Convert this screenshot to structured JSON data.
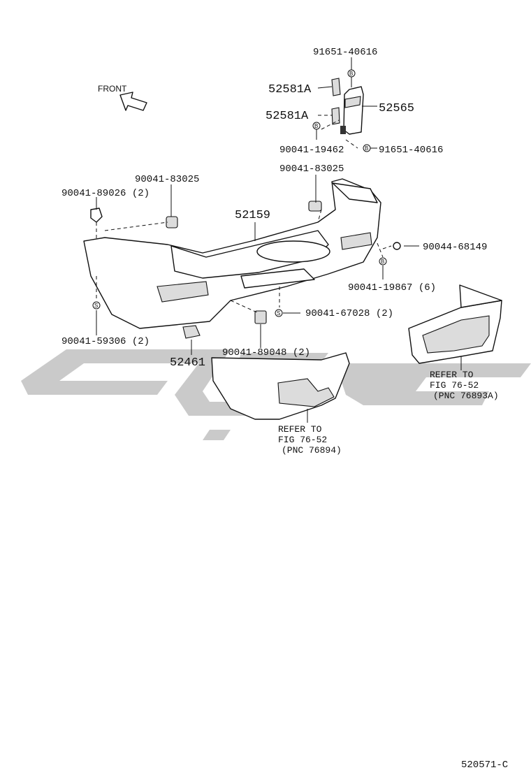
{
  "diagram": {
    "front_label": "FRONT",
    "figure_code": "520571-C",
    "callouts": {
      "c_91651_40616_top": "91651-40616",
      "c_52581a_upper": "52581A",
      "c_52565": "52565",
      "c_52581a_lower": "52581A",
      "c_90041_19462": "90041-19462",
      "c_91651_40616_bottom": "91651-40616",
      "c_90041_83025_left": "90041-83025",
      "c_90041_83025_right": "90041-83025",
      "c_90041_89026": "90041-89026 (2)",
      "c_52159": "52159",
      "c_90044_68149": "90044-68149",
      "c_90041_19867": "90041-19867 (6)",
      "c_90041_67028": "90041-67028 (2)",
      "c_90041_59306": "90041-59306 (2)",
      "c_90041_89048": "90041-89048 (2)",
      "c_52461": "52461"
    },
    "refs": {
      "right": {
        "line1": "REFER TO",
        "line2": "FIG 76-52",
        "line3": "(PNC 76893A)"
      },
      "center": {
        "line1": "REFER TO",
        "line2": "FIG 76-52",
        "line3": "(PNC 76894)"
      }
    },
    "marks": {
      "b": "B",
      "s": "S"
    }
  }
}
